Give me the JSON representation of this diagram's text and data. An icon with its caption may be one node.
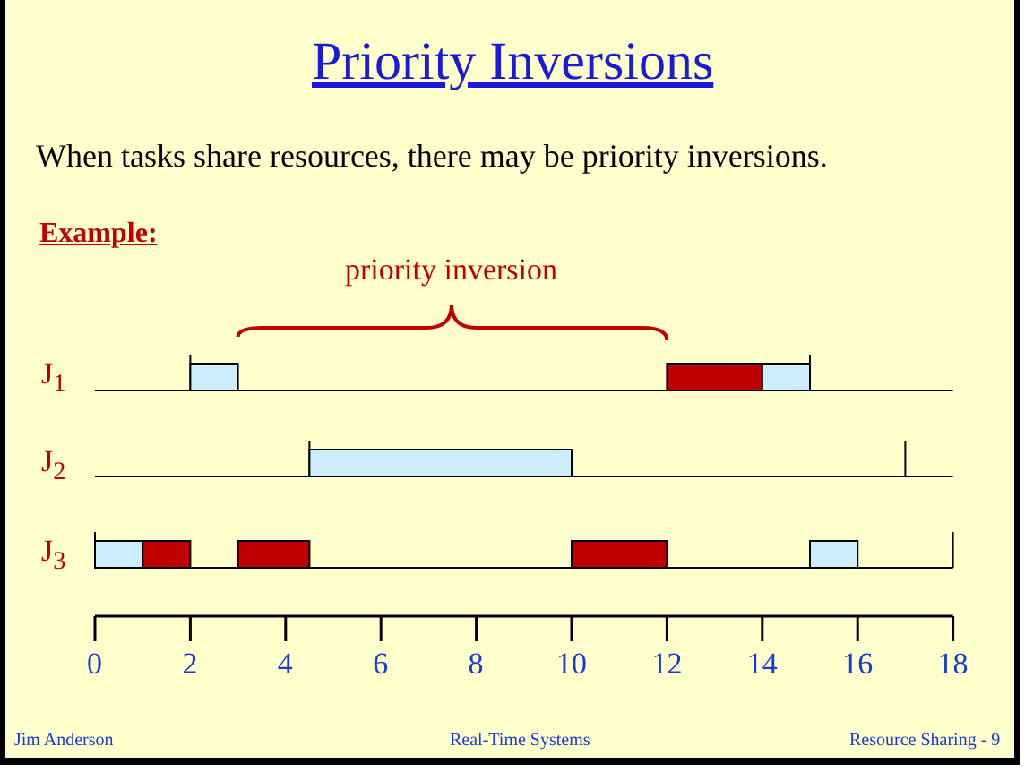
{
  "diagram": {
    "title": "Priority Inversions",
    "labels": [
      "When tasks share resources, there may be priority inversions.",
      "Example:",
      "priority inversion",
      "J$_{1}$",
      "J$_{2}$",
      "J$_{3}$",
      "0",
      "2",
      "4",
      "6",
      "8",
      "10",
      "12",
      "14",
      "16",
      "18",
      "Jim Anderson",
      "Real-Time Systems",
      "Resource Sharing -  9"
    ]
  }
}
